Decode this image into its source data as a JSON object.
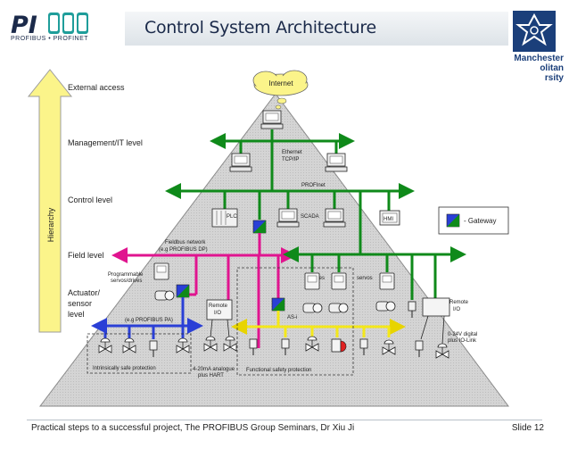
{
  "title": "Control System Architecture",
  "logo": {
    "caption": "PROFIBUS • PROFINET"
  },
  "university": {
    "line1": "Manchester",
    "line2": "olitan",
    "line3": "rsity"
  },
  "levels": {
    "external": "External access",
    "management": "Management/IT level",
    "control": "Control level",
    "field": "Field level",
    "actuator1": "Actuator/",
    "actuator2": "sensor",
    "actuator3": "level",
    "hierarchy": "Hierarchy"
  },
  "network": {
    "internet": "Internet",
    "ethernet1": "Ethernet",
    "ethernet2": "TCP/IP",
    "profinet": "PROFInet",
    "fieldbus1": "Fieldbus network",
    "fieldbus2": "(e.g PROFIBUS DP)",
    "profibus_pa": "(e.g PROFIBUS PA)",
    "asi": "AS-i"
  },
  "devices": {
    "plc": "PLC",
    "scada": "SCADA",
    "hmi": "HMI",
    "servo1": "Programmable",
    "servo2": "servos/drives",
    "drives": "drives",
    "servos": "servos",
    "remote_io_a1": "Remote",
    "remote_io_a2": "I/O",
    "remote_io_b1": "Remote",
    "remote_io_b2": "I/O",
    "analogue1": "4-20mA analogue",
    "analogue2": "plus HART",
    "digital1": "0-24V digital",
    "digital2": "plus IO-Link"
  },
  "zones": {
    "intrinsic": "Intrinsically safe protection",
    "functional": "Functional safety protection"
  },
  "legend": {
    "gateway": "- Gateway"
  },
  "colors": {
    "ethernet": "#0f8a1a",
    "profibus_dp": "#e0148f",
    "profibus_pa": "#2a3fd6",
    "asi": "#f4e81a",
    "arrow": "#fbf48a",
    "pyramid": "#d2d2d2"
  },
  "footer": {
    "text": "Practical steps to a successful project, The PROFIBUS Group Seminars, Dr Xiu Ji",
    "slide": "Slide 12"
  }
}
